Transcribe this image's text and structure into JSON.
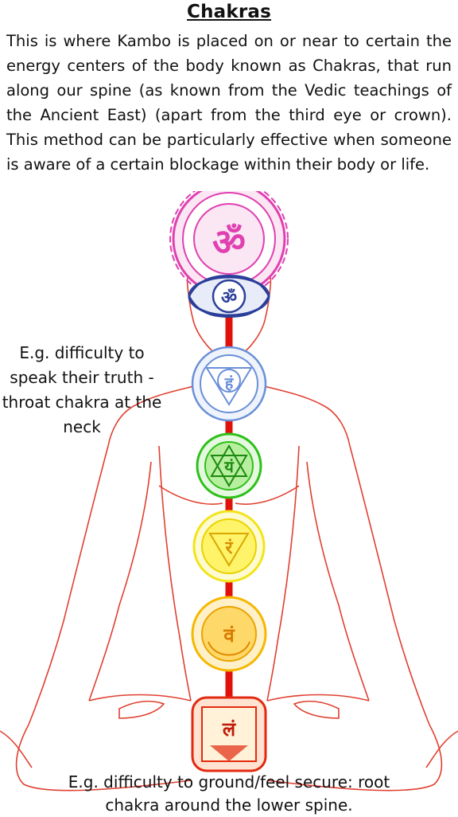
{
  "title": "Chakras",
  "intro": "This is where Kambo is placed on or near to certain the energy centers of the body known as Chakras, that run along our spine (as known from the Vedic teachings of the Ancient East) (apart from the third eye or crown). This method can be particularly effective when someone is aware of a certain blockage within their body or life.",
  "notes": {
    "throat": "E.g. difficulty to speak their truth - throat chakra at the neck",
    "root": "E.g. difficulty to ground/feel secure: root chakra around the lower spine."
  },
  "chakras": [
    {
      "id": "crown",
      "color": "#e040b0",
      "glyph": "ॐ",
      "icon": "crown-chakra-icon"
    },
    {
      "id": "third-eye",
      "color": "#2a3f9a",
      "glyph": "ॐ",
      "icon": "third-eye-chakra-icon"
    },
    {
      "id": "throat",
      "color": "#6a8fd8",
      "glyph": "हं",
      "icon": "throat-chakra-icon"
    },
    {
      "id": "heart",
      "color": "#2ec01a",
      "glyph": "यं",
      "icon": "heart-chakra-icon"
    },
    {
      "id": "solar-plexus",
      "color": "#f2e41a",
      "glyph": "रं",
      "icon": "solar-plexus-chakra-icon"
    },
    {
      "id": "sacral",
      "color": "#f5b800",
      "glyph": "वं",
      "icon": "sacral-chakra-icon"
    },
    {
      "id": "root",
      "color": "#e22a10",
      "glyph": "लं",
      "icon": "root-chakra-icon"
    }
  ],
  "colors": {
    "spine": "#e0100a",
    "outline": "#e04030"
  }
}
